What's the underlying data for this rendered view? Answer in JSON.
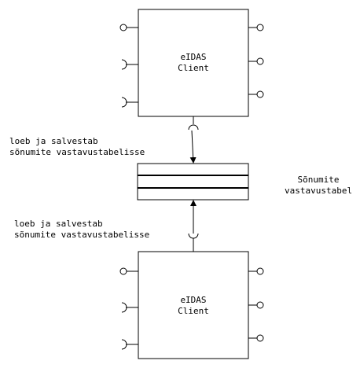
{
  "components": {
    "top": {
      "line1": "eIDAS",
      "line2": "Client"
    },
    "bottom": {
      "line1": "eIDAS",
      "line2": "Client"
    }
  },
  "datastore": {
    "line1": "Sõnumite",
    "line2": "vastavustabel"
  },
  "connections": {
    "top": {
      "line1": "loeb ja salvestab",
      "line2": "sõnumite vastavustabelisse"
    },
    "bottom": {
      "line1": "loeb ja salvestab",
      "line2": "sõnumite vastavustabelisse"
    }
  },
  "style": {
    "stroke": "#000000",
    "background": "#ffffff"
  }
}
